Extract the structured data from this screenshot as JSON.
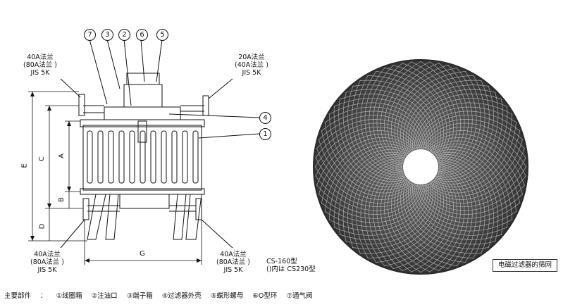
{
  "diagram": {
    "part_numbers": [
      "7",
      "3",
      "2",
      "6",
      "5",
      "4",
      "1"
    ],
    "flange_top_left": {
      "line1": "40A法兰",
      "line2": "(80A法兰 )",
      "line3": "JIS 5K"
    },
    "flange_top_right": {
      "line1": "20A法兰",
      "line2": "(40A法兰 )",
      "line3": "JIS 5K"
    },
    "flange_bottom_left": {
      "line1": "40A法兰",
      "line2": "(80A法兰 )",
      "line3": "JIS 5K"
    },
    "flange_bottom_right": {
      "line1": "40A法兰",
      "line2": "(80A法兰 )",
      "line3": "JIS 5K"
    },
    "dimensions": {
      "E": "E",
      "C": "C",
      "A": "A",
      "D": "D",
      "B": "B",
      "G": "G"
    },
    "model_note": {
      "line1": "CS-160型",
      "line2": "()内は CS230型"
    }
  },
  "photo": {
    "caption": "电磁过滤器的筛网"
  },
  "legend": {
    "title": "主要部件",
    "separator": "：",
    "items": [
      "①线圈箱",
      "②注油口",
      "③端子箱",
      "④过滤器外壳",
      "⑤蝶形螺母",
      "⑥O型环",
      "⑦通气阀"
    ]
  },
  "colors": {
    "line": "#111111",
    "mesh_dark": "#3a3a3a",
    "mesh_light": "#d8d8d8"
  }
}
